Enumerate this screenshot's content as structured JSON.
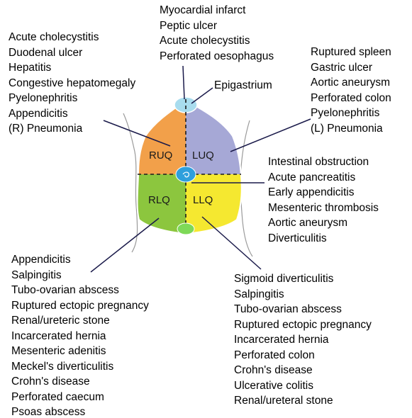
{
  "lists": {
    "top": [
      "Myocardial infarct",
      "Peptic ulcer",
      "Acute cholecystitis",
      "Perforated oesophagus"
    ],
    "ruq": [
      "Acute cholecystitis",
      "Duodenal ulcer",
      "Hepatitis",
      "Congestive hepatomegaly",
      "Pyelonephritis",
      "Appendicitis",
      "(R) Pneumonia"
    ],
    "luq": [
      "Ruptured spleen",
      "Gastric ulcer",
      "Aortic aneurysm",
      "Perforated colon",
      "Pyelonephritis",
      "(L) Pneumonia"
    ],
    "llq_upper": [
      "Intestinal obstruction",
      "Acute pancreatitis",
      "Early appendicitis",
      "Mesenteric thrombosis",
      "Aortic aneurysm",
      "Diverticulitis"
    ],
    "rlq": [
      "Appendicitis",
      "Salpingitis",
      "Tubo-ovarian abscess",
      "Ruptured ectopic pregnancy",
      "Renal/ureteric stone",
      "Incarcerated hernia",
      "Mesenteric adenitis",
      "Meckel's diverticulitis",
      "Crohn's disease",
      "Perforated caecum",
      "Psoas abscess"
    ],
    "llq": [
      "Sigmoid diverticulitis",
      "Salpingitis",
      "Tubo-ovarian abscess",
      "Ruptured ectopic pregnancy",
      "Incarcerated hernia",
      "Perforated colon",
      "Crohn's disease",
      "Ulcerative colitis",
      "Renal/ureteral stone"
    ]
  },
  "labels": {
    "epigastrium": "Epigastrium",
    "ruq": "RUQ",
    "luq": "LUQ",
    "rlq": "RLQ",
    "llq": "LLQ"
  },
  "colors": {
    "ruq": "#f2a04a",
    "luq": "#a6a8d6",
    "rlq": "#8cc63e",
    "llq": "#f5e830",
    "epigastrium": "#a8dcee",
    "umbilical": "#2e9fdc",
    "suprapubic": "#7ed957"
  }
}
